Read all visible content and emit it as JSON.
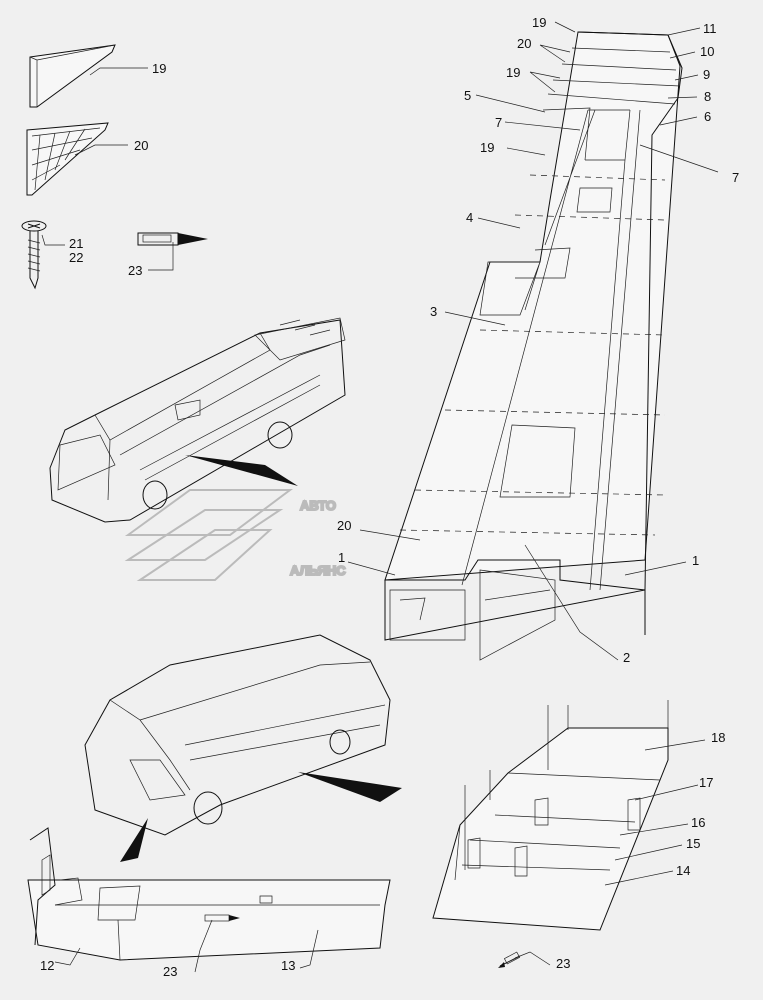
{
  "watermark": {
    "line1": "АВТО",
    "line2": "АЛЬЯНС"
  },
  "labels": [
    {
      "id": "19a",
      "text": "19"
    },
    {
      "id": "20a",
      "text": "20"
    },
    {
      "id": "21",
      "text": "21"
    },
    {
      "id": "22",
      "text": "22"
    },
    {
      "id": "23a",
      "text": "23"
    },
    {
      "id": "19b",
      "text": "19"
    },
    {
      "id": "11",
      "text": "11"
    },
    {
      "id": "20b",
      "text": "20"
    },
    {
      "id": "10",
      "text": "10"
    },
    {
      "id": "19c",
      "text": "19"
    },
    {
      "id": "9",
      "text": "9"
    },
    {
      "id": "5",
      "text": "5"
    },
    {
      "id": "8",
      "text": "8"
    },
    {
      "id": "7a",
      "text": "7"
    },
    {
      "id": "6",
      "text": "6"
    },
    {
      "id": "19d",
      "text": "19"
    },
    {
      "id": "7b",
      "text": "7"
    },
    {
      "id": "4",
      "text": "4"
    },
    {
      "id": "3",
      "text": "3"
    },
    {
      "id": "20c",
      "text": "20"
    },
    {
      "id": "1a",
      "text": "1"
    },
    {
      "id": "1b",
      "text": "1"
    },
    {
      "id": "2",
      "text": "2"
    },
    {
      "id": "18",
      "text": "18"
    },
    {
      "id": "17",
      "text": "17"
    },
    {
      "id": "16",
      "text": "16"
    },
    {
      "id": "15",
      "text": "15"
    },
    {
      "id": "14",
      "text": "14"
    },
    {
      "id": "23b",
      "text": "23"
    },
    {
      "id": "12",
      "text": "12"
    },
    {
      "id": "23c",
      "text": "23"
    },
    {
      "id": "13",
      "text": "13"
    }
  ]
}
